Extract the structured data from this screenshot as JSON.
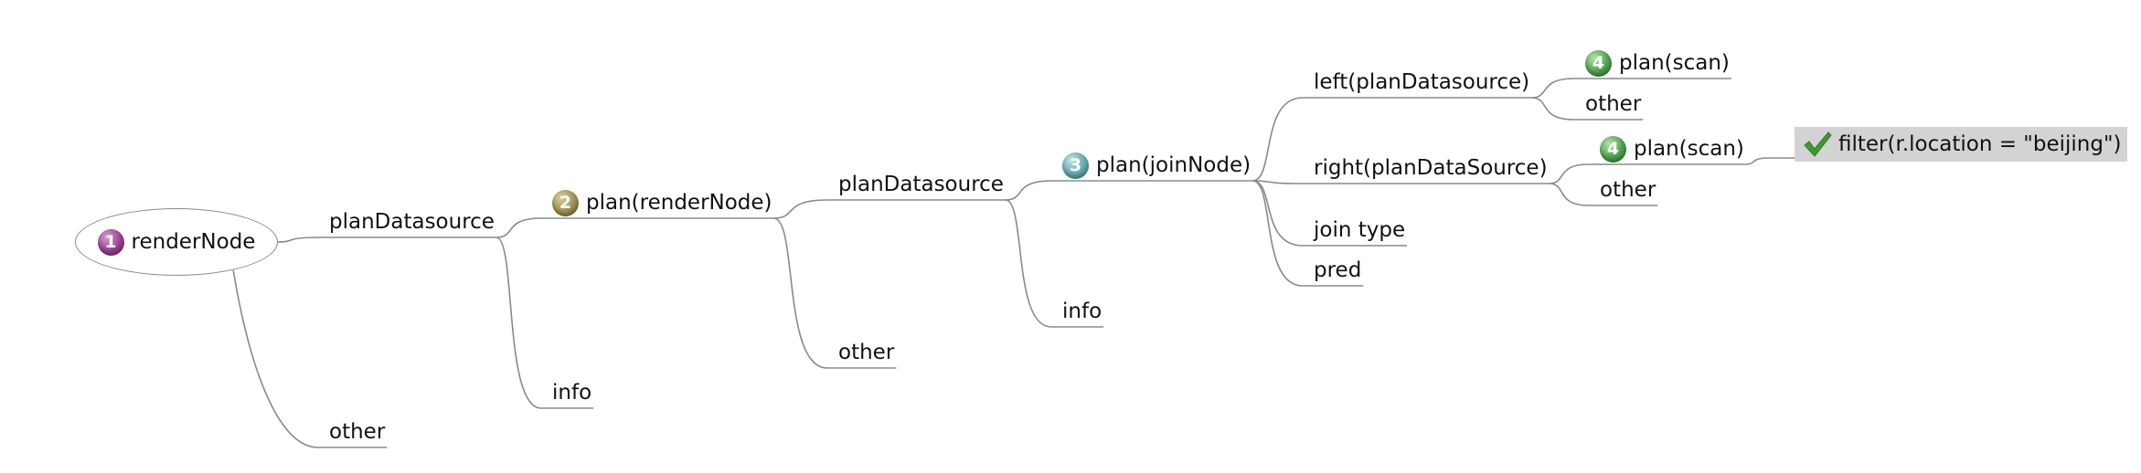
{
  "mindmap": {
    "root": {
      "number": "1",
      "label": "renderNode"
    },
    "nodes": {
      "n_planDatasource_1": {
        "label": "planDatasource"
      },
      "n_other_1": {
        "label": "other"
      },
      "n_plan_renderNode": {
        "number": "2",
        "label": "plan(renderNode)"
      },
      "n_info_1": {
        "label": "info"
      },
      "n_planDatasource_2": {
        "label": "planDatasource"
      },
      "n_other_2": {
        "label": "other"
      },
      "n_plan_joinNode": {
        "number": "3",
        "label": "plan(joinNode)"
      },
      "n_info_2": {
        "label": "info"
      },
      "n_left": {
        "label": "left(planDatasource)"
      },
      "n_right": {
        "label": "right(planDataSource)"
      },
      "n_join_type": {
        "label": "join type"
      },
      "n_pred": {
        "label": "pred"
      },
      "n_plan_scan_1": {
        "number": "4",
        "label": "plan(scan)"
      },
      "n_other_3": {
        "label": "other"
      },
      "n_plan_scan_2": {
        "number": "4",
        "label": "plan(scan)"
      },
      "n_other_4": {
        "label": "other"
      },
      "n_filter": {
        "label": "filter(r.location = \"beijing\")"
      }
    },
    "edges": [
      [
        "root",
        "n_planDatasource_1"
      ],
      [
        "root",
        "n_other_1"
      ],
      [
        "n_planDatasource_1",
        "n_plan_renderNode"
      ],
      [
        "n_planDatasource_1",
        "n_info_1"
      ],
      [
        "n_plan_renderNode",
        "n_planDatasource_2"
      ],
      [
        "n_plan_renderNode",
        "n_other_2"
      ],
      [
        "n_planDatasource_2",
        "n_plan_joinNode"
      ],
      [
        "n_planDatasource_2",
        "n_info_2"
      ],
      [
        "n_plan_joinNode",
        "n_left"
      ],
      [
        "n_plan_joinNode",
        "n_right"
      ],
      [
        "n_plan_joinNode",
        "n_join_type"
      ],
      [
        "n_plan_joinNode",
        "n_pred"
      ],
      [
        "n_left",
        "n_plan_scan_1"
      ],
      [
        "n_left",
        "n_other_3"
      ],
      [
        "n_right",
        "n_plan_scan_2"
      ],
      [
        "n_right",
        "n_other_4"
      ],
      [
        "n_plan_scan_2",
        "n_filter"
      ]
    ],
    "colors": {
      "line": "#8a8a8a",
      "highlight": "#d3d3d3",
      "check": "#3f9a2e"
    },
    "icons": {
      "badge": "numbered-priority-icon",
      "check": "check-icon"
    }
  }
}
